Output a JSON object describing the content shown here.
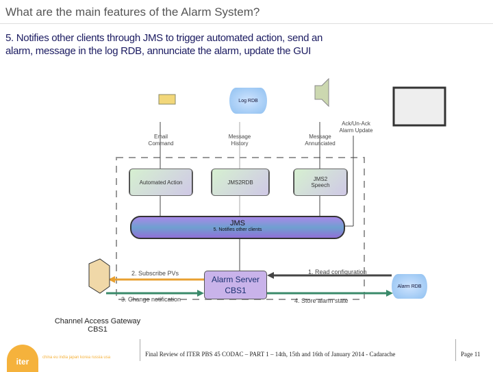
{
  "title": "What are the main features of the Alarm System?",
  "step_text": {
    "line1": "5. Notifies other clients through JMS to trigger automated action, send an",
    "line2": "alarm, message in the log RDB, annunciate the alarm, update the GUI"
  },
  "diagram": {
    "log_rdb": "Log RDB",
    "alarm_rdb": "Alarm RDB",
    "email_label": [
      "Email",
      "Command"
    ],
    "history_label": [
      "Message",
      "History"
    ],
    "annunc_label": [
      "Message",
      "Annunciated"
    ],
    "ack_label": [
      "Ack/Un-Ack",
      "Alarm Update"
    ],
    "automated_action": "Automated Action",
    "jms2rdb": "JMS2RDB",
    "jms2speech": [
      "JMS2",
      "Speech"
    ],
    "jms": "JMS",
    "jms_sub": "5. Notifies other clients",
    "server": [
      "Alarm Server",
      "CBS1"
    ],
    "subscribe": "2. Subscribe PVs",
    "change": "3. Change notification",
    "read": "1. Read configuration",
    "store": "4. Store alarm state",
    "gateway": [
      "Channel Access Gateway",
      "CBS1"
    ]
  },
  "footer": {
    "logo": "iter",
    "partners": "china eu india japan korea russia usa",
    "text": "Final Review of ITER PBS 45 CODAC – PART 1 – 14th, 15th and 16th of January 2014 - Cadarache",
    "page": "Page 11"
  },
  "colors": {
    "orange": "#e8a030",
    "green": "#3a8a6a",
    "dark": "#444444"
  }
}
